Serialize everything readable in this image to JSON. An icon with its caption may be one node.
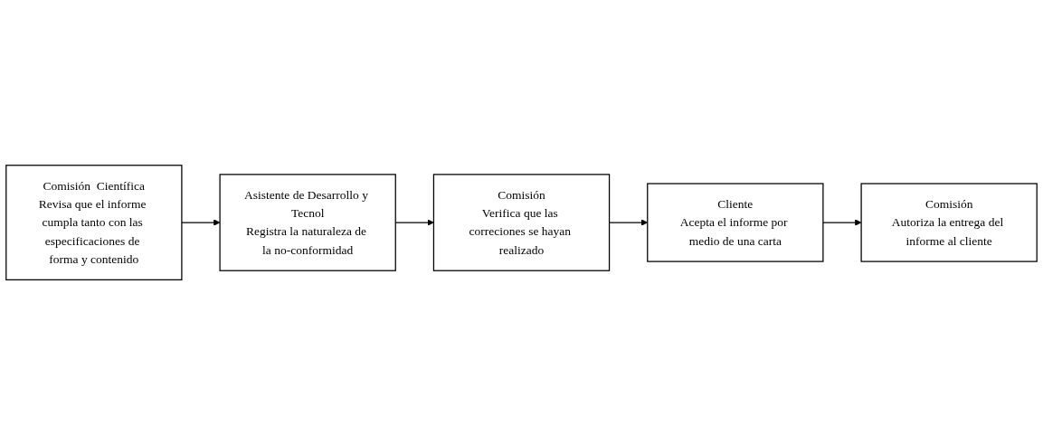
{
  "diagram": {
    "nodes": [
      {
        "text": [
          "Comisión  Científica",
          "Revisa que el informe cumpla tanto con las especificaciones de forma y contenido"
        ]
      },
      {
        "text": [
          "Asistente de Desarrollo y Tecnol",
          "Registra la naturaleza de la no-conformidad"
        ]
      },
      {
        "text": [
          "Comisión",
          "Verifica que las correciones se hayan realizado"
        ]
      },
      {
        "text": [
          "Cliente",
          "Acepta el informe por medio de una carta"
        ]
      },
      {
        "text": [
          "Comisión",
          "Autoriza la entrega del informe al cliente"
        ]
      }
    ],
    "edges": [
      {
        "from": 0,
        "to": 1,
        "arrow": "to"
      },
      {
        "from": 1,
        "to": 2,
        "arrow": "to"
      },
      {
        "from": 2,
        "to": 3,
        "arrow": "to"
      },
      {
        "from": 3,
        "to": 4,
        "arrow": "to"
      }
    ]
  }
}
